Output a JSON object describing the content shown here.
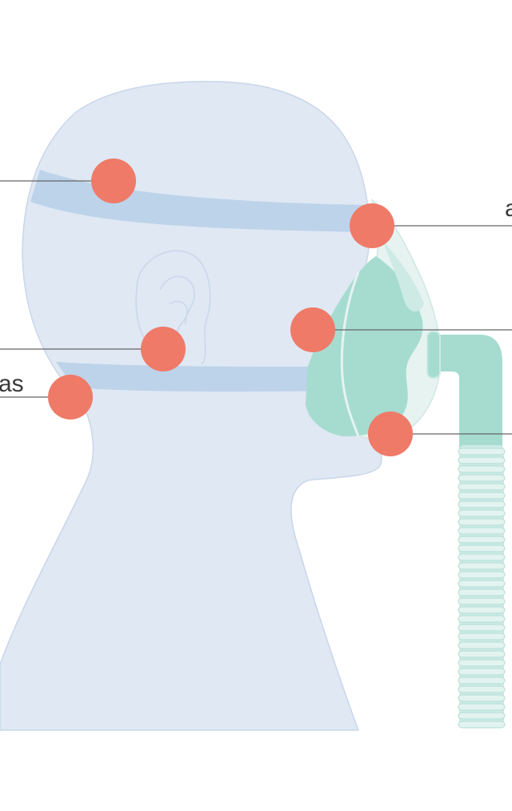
{
  "labels": {
    "top_right_fragment": "a",
    "left_lower_fragment": "as"
  },
  "colors": {
    "skin": "#dfe8f3",
    "skin_outline": "#c9d7ea",
    "strap": "#bdd3ea",
    "mask": "#a6dcd0",
    "mask_shell": "#e6f3f1",
    "tube": "#a6dcd0",
    "tube_rib": "#cdeae4",
    "marker": "#ef7a68",
    "leader_line": "#666666"
  },
  "icons": {
    "marker": "marker-dot",
    "ear": "ear-outline"
  }
}
